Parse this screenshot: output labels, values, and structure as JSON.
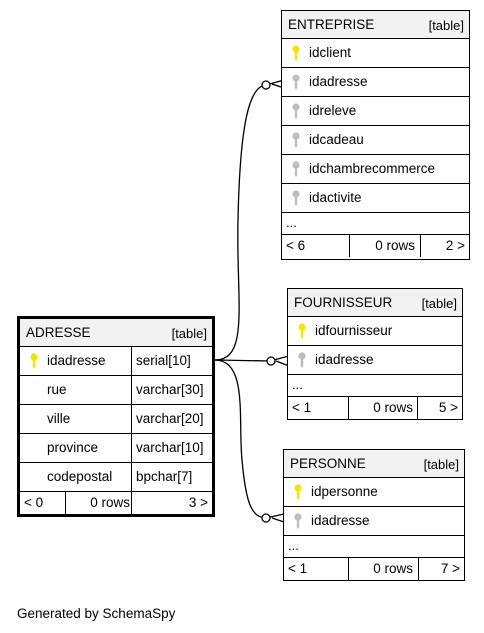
{
  "tables": {
    "entreprise": {
      "name": "ENTREPRISE",
      "kind": "[table]",
      "columns": [
        {
          "name": "idclient",
          "key": "primary"
        },
        {
          "name": "idadresse",
          "key": "foreign"
        },
        {
          "name": "idreleve",
          "key": "foreign"
        },
        {
          "name": "idcadeau",
          "key": "foreign"
        },
        {
          "name": "idchambrecommerce",
          "key": "foreign"
        },
        {
          "name": "idactivite",
          "key": "foreign"
        }
      ],
      "more": "...",
      "footer": {
        "parents": "< 6",
        "rows": "0 rows",
        "children": "2 >"
      }
    },
    "fournisseur": {
      "name": "FOURNISSEUR",
      "kind": "[table]",
      "columns": [
        {
          "name": "idfournisseur",
          "key": "primary"
        },
        {
          "name": "idadresse",
          "key": "foreign"
        }
      ],
      "more": "...",
      "footer": {
        "parents": "< 1",
        "rows": "0 rows",
        "children": "5 >"
      }
    },
    "personne": {
      "name": "PERSONNE",
      "kind": "[table]",
      "columns": [
        {
          "name": "idpersonne",
          "key": "primary"
        },
        {
          "name": "idadresse",
          "key": "foreign"
        }
      ],
      "more": "...",
      "footer": {
        "parents": "< 1",
        "rows": "0 rows",
        "children": "7 >"
      }
    },
    "adresse": {
      "name": "ADRESSE",
      "kind": "[table]",
      "columns": [
        {
          "name": "idadresse",
          "type": "serial[10]",
          "key": "primary"
        },
        {
          "name": "rue",
          "type": "varchar[30]",
          "key": "none"
        },
        {
          "name": "ville",
          "type": "varchar[20]",
          "key": "none"
        },
        {
          "name": "province",
          "type": "varchar[10]",
          "key": "none"
        },
        {
          "name": "codepostal",
          "type": "bpchar[7]",
          "key": "none"
        }
      ],
      "footer": {
        "parents": "< 0",
        "rows": "0 rows",
        "children": "3 >"
      }
    }
  },
  "icons": {
    "primary_key": "key-icon",
    "foreign_key": "key-icon"
  },
  "colors": {
    "primary_key": "#f2e600",
    "foreign_key": "#bdbdbd",
    "header_bg": "#f2f2f2"
  },
  "caption": "Generated by SchemaSpy"
}
